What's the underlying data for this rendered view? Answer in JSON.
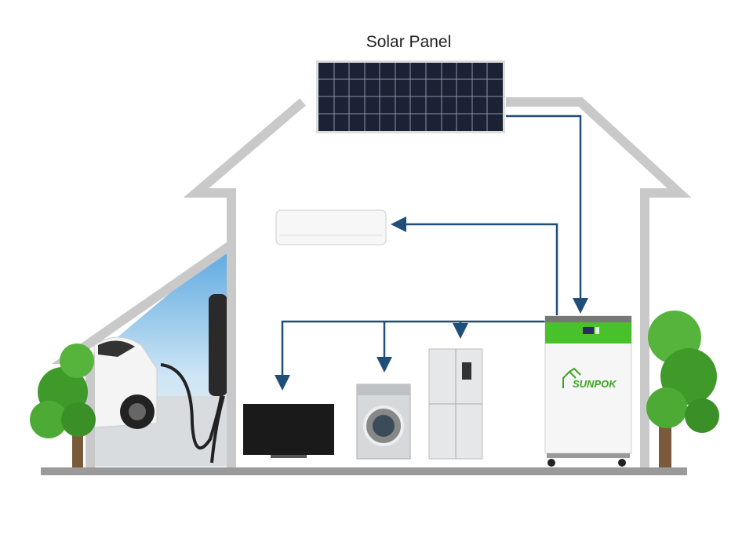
{
  "diagram": {
    "title": "Solar Panel",
    "battery_brand": "SUNPOK",
    "colors": {
      "arrow": "#1f4e79",
      "house": "#c9c9c9",
      "ground": "#9a9a9a",
      "battery_green": "#49c12b",
      "tree": "#3f9a2a"
    },
    "components": [
      "solar-panel",
      "air-conditioner",
      "tv",
      "washing-machine",
      "refrigerator",
      "battery-storage",
      "ev-charger",
      "electric-car"
    ]
  }
}
